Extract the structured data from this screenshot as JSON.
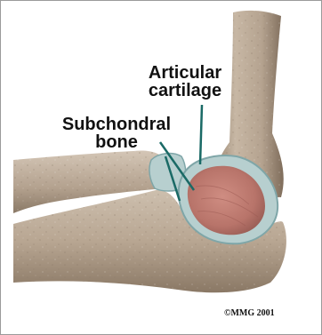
{
  "diagram": {
    "labels": {
      "articular_line1": "Articular",
      "articular_line2": "cartilage",
      "subchondral_line1": "Subchondral",
      "subchondral_line2": "bone"
    },
    "copyright": "©MMG 2001",
    "colors": {
      "bone": "#b9a894",
      "bone_shadow": "#8f7d69",
      "bone_highlight": "#d8cbbd",
      "subchondral": "#b9766c",
      "cartilage": "#b7cfcf",
      "cartilage_edge": "#7fa6a8",
      "pointer": "#1a6a66"
    }
  }
}
